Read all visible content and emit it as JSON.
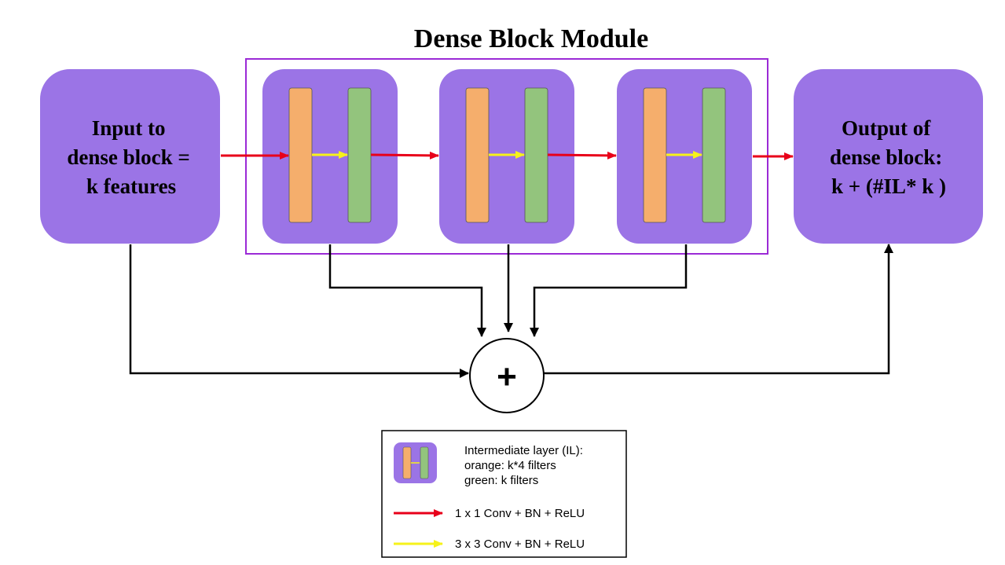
{
  "title": "Dense Block Module",
  "input_box": {
    "lines": [
      "Input to",
      "dense block =",
      "k features"
    ]
  },
  "output_box": {
    "lines": [
      "Output of",
      "dense block:",
      "k + (#IL* k )"
    ]
  },
  "intermediate_layers": [
    {
      "id": "il-1"
    },
    {
      "id": "il-2"
    },
    {
      "id": "il-3"
    }
  ],
  "sum_node": {
    "symbol": "+"
  },
  "legend": {
    "il_lines": [
      "Intermediate layer (IL):",
      "orange: k*4 filters",
      "green: k filters"
    ],
    "red_arrow_label": "1 x 1 Conv + BN + ReLU",
    "yellow_arrow_label": "3 x 3 Conv + BN + ReLU"
  },
  "colors": {
    "block_fill": "#9b74e6",
    "module_border": "#9b2ad6",
    "orange": "#f5ae6c",
    "green": "#93c47d",
    "red_arrow": "#e8001a",
    "yellow_arrow": "#f6f21a",
    "line": "#000000"
  }
}
